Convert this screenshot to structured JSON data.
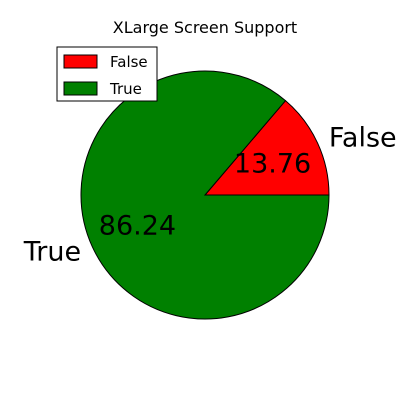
{
  "chart_data": {
    "type": "pie",
    "title": "XLarge Screen Support",
    "categories": [
      "False",
      "True"
    ],
    "values": [
      13.76,
      86.24
    ],
    "value_labels": [
      "13.76",
      "86.24"
    ],
    "colors": [
      "#ff0000",
      "#008000"
    ],
    "start_angle_degrees": 0,
    "direction": "counterclockwise",
    "legend": {
      "placement": "top-left",
      "entries": [
        "False",
        "True"
      ]
    }
  }
}
